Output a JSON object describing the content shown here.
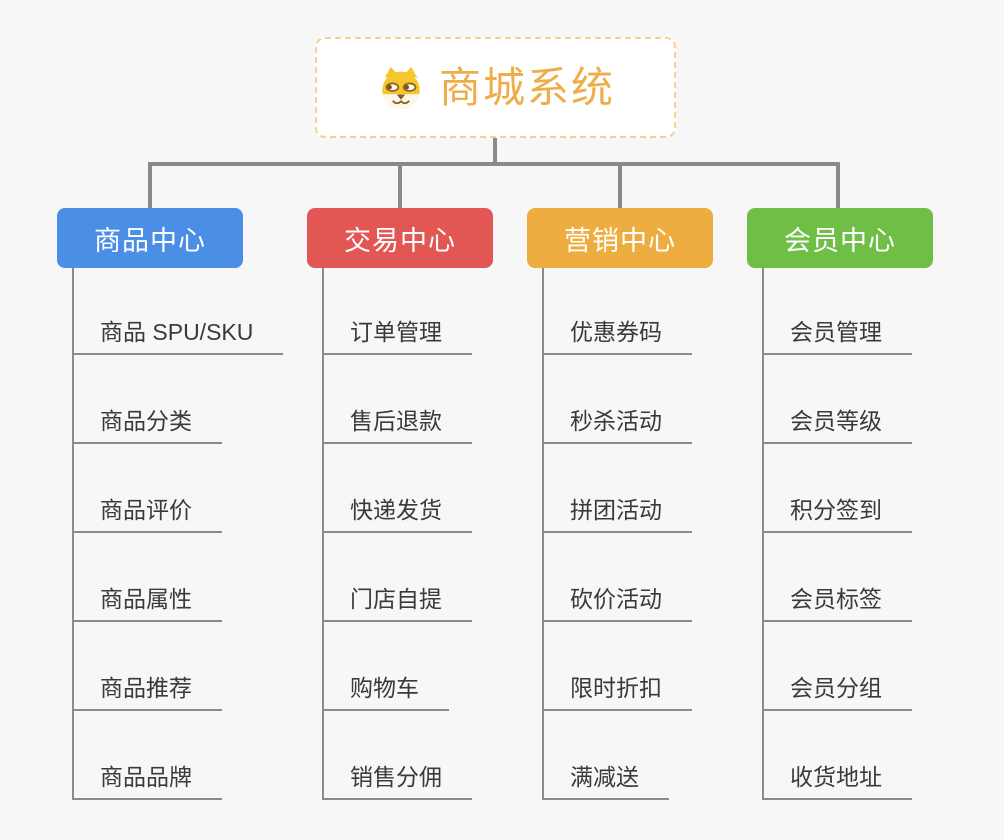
{
  "root": {
    "title": "商城系统",
    "icon": "shiba-dog-icon"
  },
  "branches": [
    {
      "label": "商品中心",
      "color": "#4A8EE6",
      "items": [
        "商品 SPU/SKU",
        "商品分类",
        "商品评价",
        "商品属性",
        "商品推荐",
        "商品品牌"
      ]
    },
    {
      "label": "交易中心",
      "color": "#E25653",
      "items": [
        "订单管理",
        "售后退款",
        "快递发货",
        "门店自提",
        "购物车",
        "销售分佣"
      ]
    },
    {
      "label": "营销中心",
      "color": "#EEAD40",
      "items": [
        "优惠券码",
        "秒杀活动",
        "拼团活动",
        "砍价活动",
        "限时折扣",
        "满减送"
      ]
    },
    {
      "label": "会员中心",
      "color": "#6FBE45",
      "items": [
        "会员管理",
        "会员等级",
        "积分签到",
        "会员标签",
        "会员分组",
        "收货地址"
      ]
    }
  ],
  "colors": {
    "background": "#F7F7F7",
    "connector": "#8A8A8A",
    "root_text": "#EFAD49",
    "root_border": "#F6D193",
    "item_text": "#3A3A3A"
  }
}
